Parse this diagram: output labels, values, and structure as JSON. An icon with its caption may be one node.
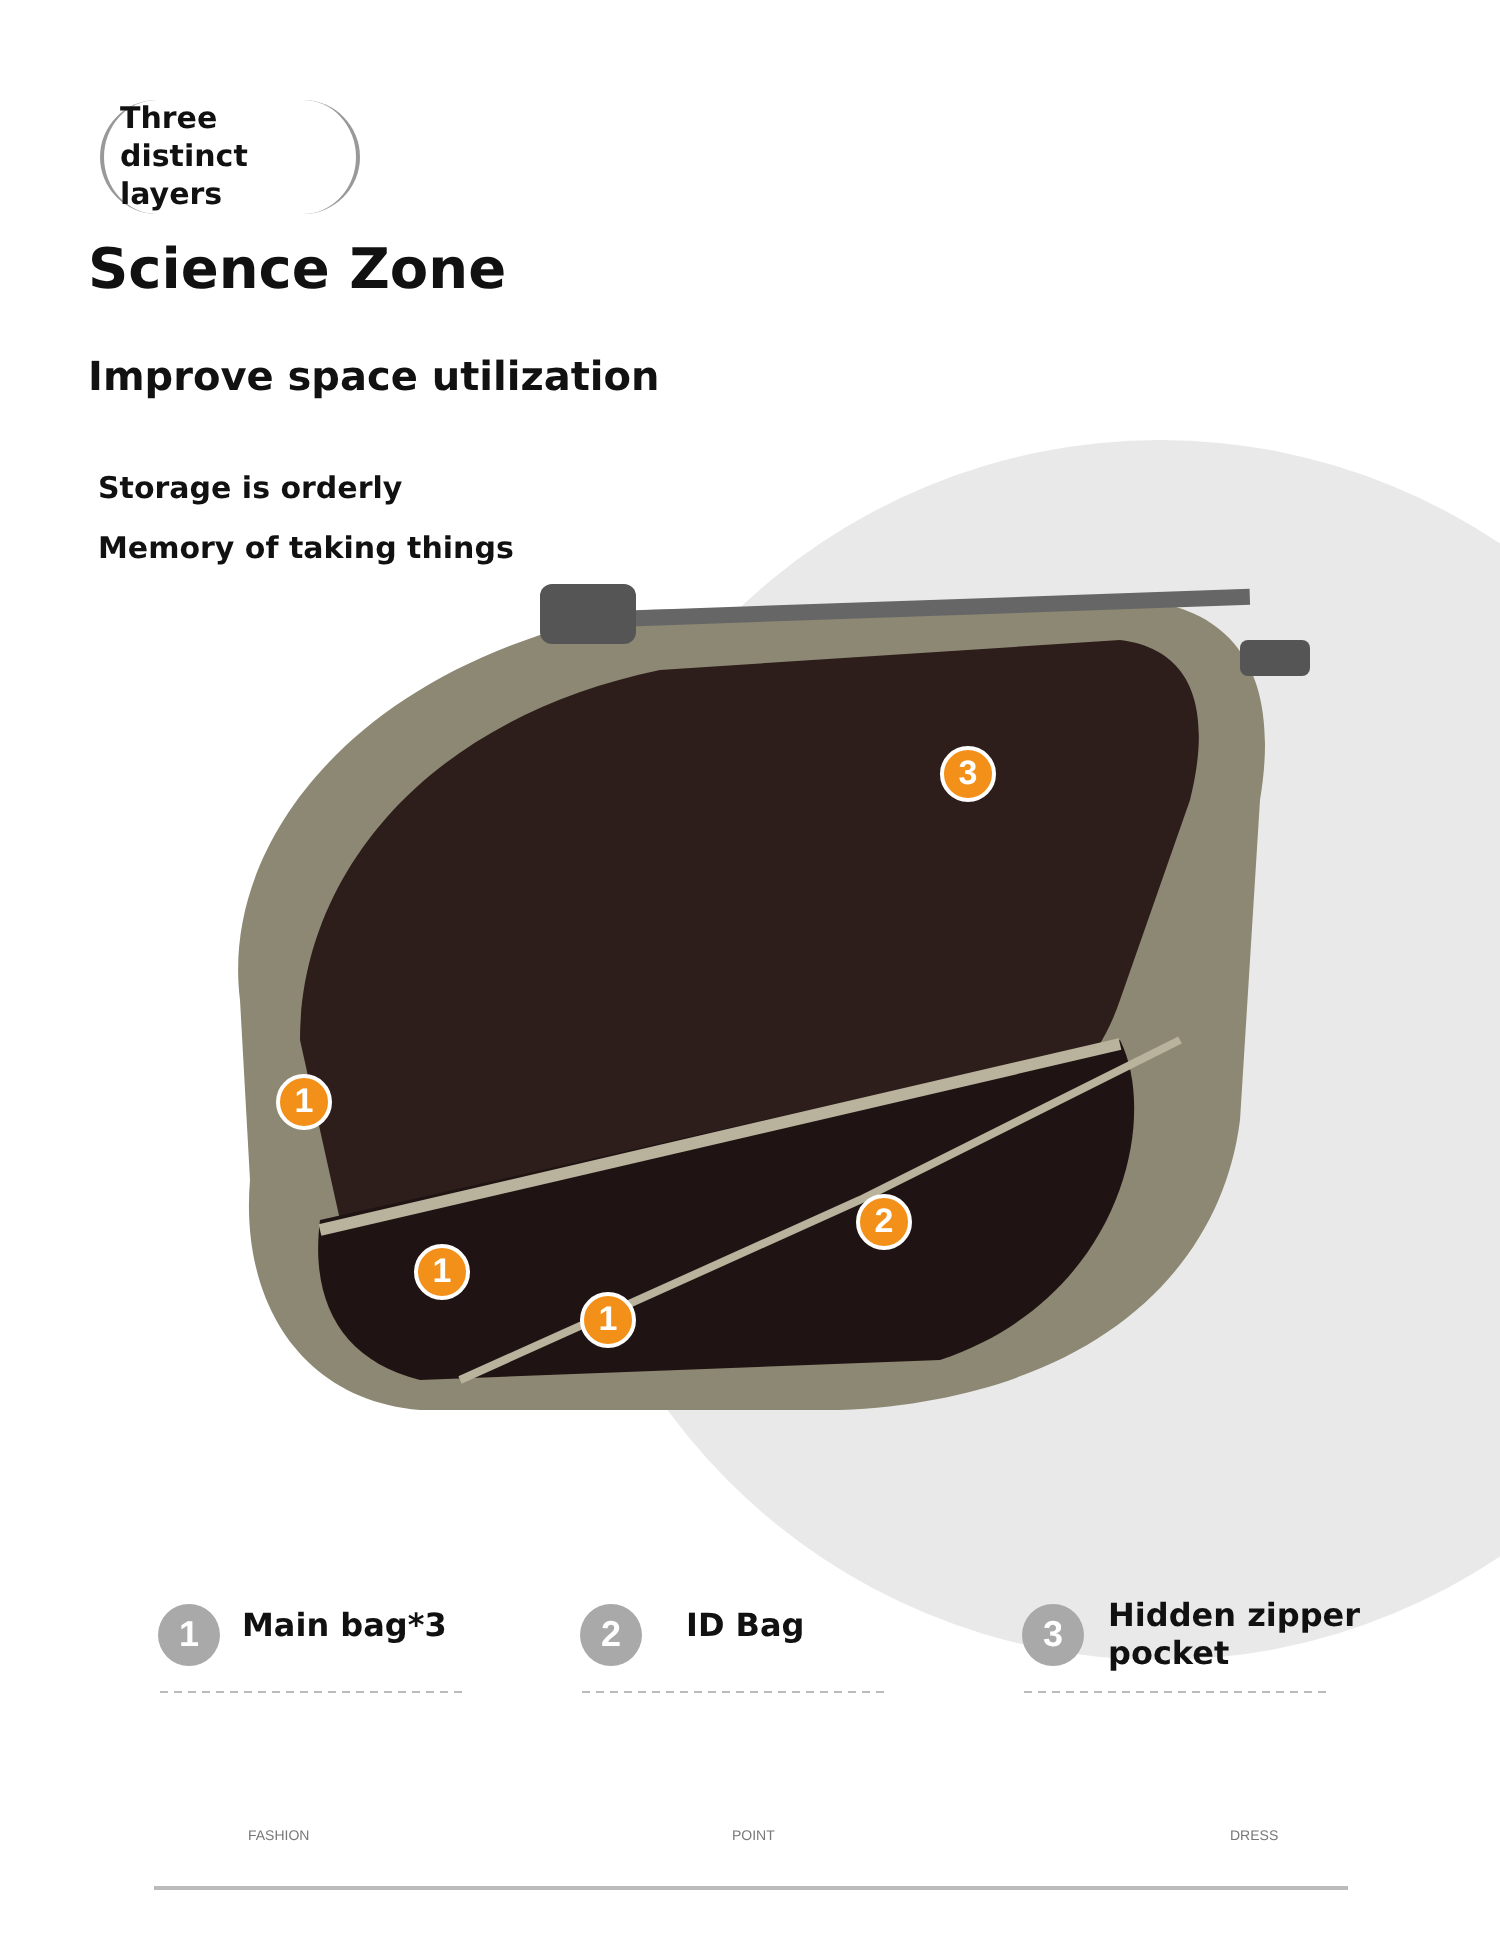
{
  "diagram": {
    "title": "Science Zone",
    "labels": [
      "Three distinct layers",
      "Improve space utilization",
      "Storage is orderly",
      "Memory of taking things",
      "3",
      "1",
      "2",
      "1",
      "1",
      "1",
      "Main bag*3",
      "2",
      "ID Bag",
      "3",
      "Hidden zipper pocket",
      "FASHION",
      "POINT",
      "DRESS"
    ]
  }
}
